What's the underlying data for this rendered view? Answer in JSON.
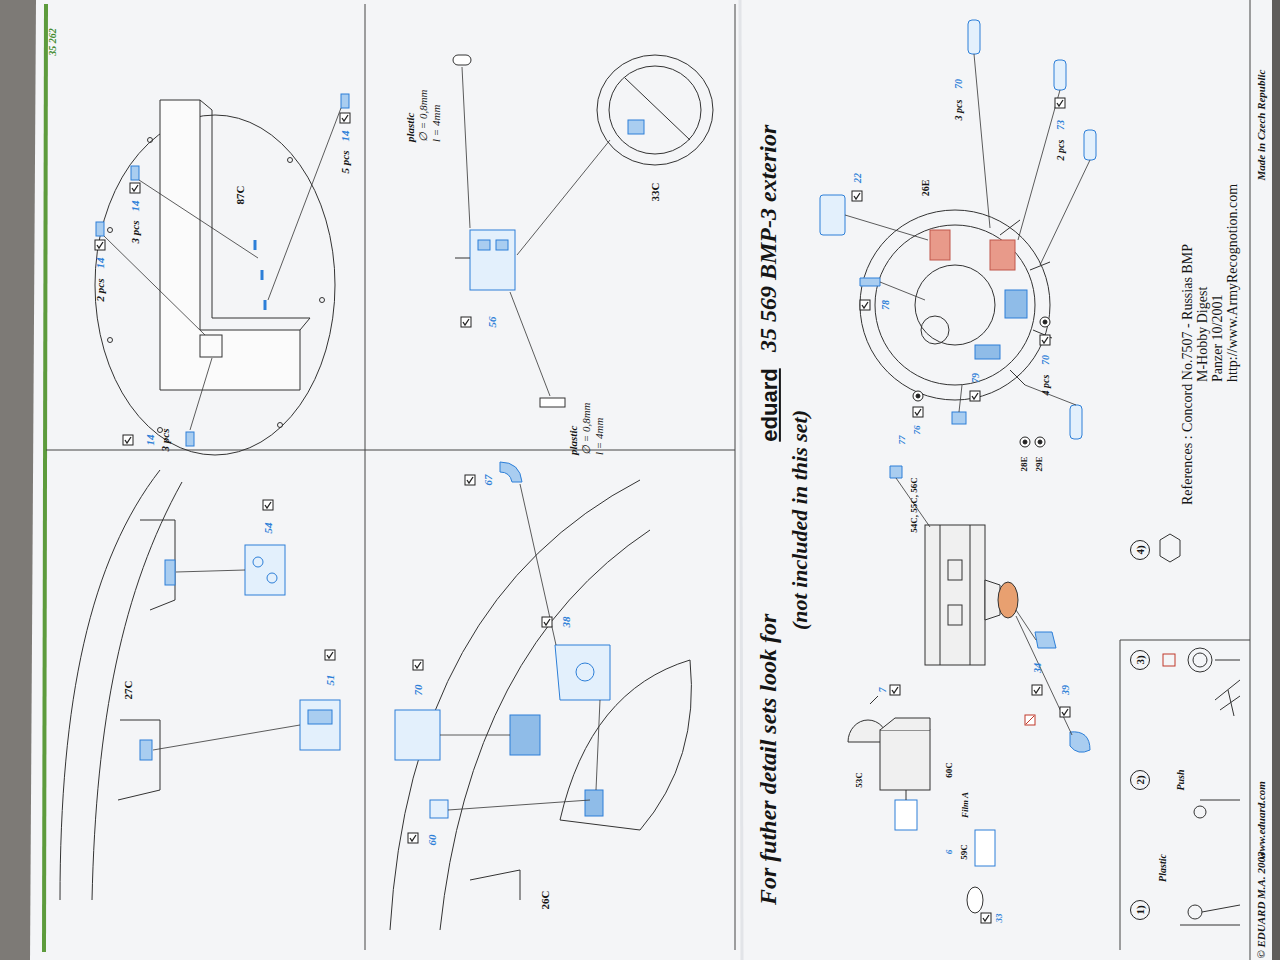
{
  "diagram": {
    "nodes": [
      {
        "text": [
          "1)"
        ]
      },
      {
        "text": [
          "2)"
        ]
      },
      {
        "text": [
          "3)"
        ]
      },
      {
        "text": [
          "4)"
        ]
      }
    ],
    "labels": [
      "35 262",
      "87C",
      "2 pcs",
      "14",
      "3 pcs",
      "14",
      "5 pcs",
      "14",
      "14",
      "3 pcs",
      "plastic",
      "∅ = 0,8mm",
      "l = 4mm",
      "33C",
      "56",
      "plastic",
      "∅ = 0,8mm",
      "l = 4mm",
      "27C",
      "54",
      "51",
      "70",
      "60",
      "26C",
      "38",
      "67",
      "For futher detail sets look for",
      "eduard",
      "35 569 BMP-3 exterior",
      "(not included in this set)",
      "53C",
      "7",
      "60C",
      "Film A",
      "6",
      "59C",
      "33",
      "54C, 55C, 56C",
      "77",
      "76",
      "34",
      "39",
      "3 pcs",
      "70",
      "2 pcs",
      "73",
      "22",
      "26E",
      "78",
      "79",
      "4 pcs",
      "70",
      "28E",
      "29E",
      "Plastic",
      "Push",
      "References : Concord No.7507 - Russias BMP",
      "M-Hobby Digest",
      "Panzer 10/2001",
      "http://www.ArmyRecognotion.com",
      "www.eduard.com",
      "Made in Czech Republic",
      "© EDUARD M.A. 2003"
    ]
  }
}
